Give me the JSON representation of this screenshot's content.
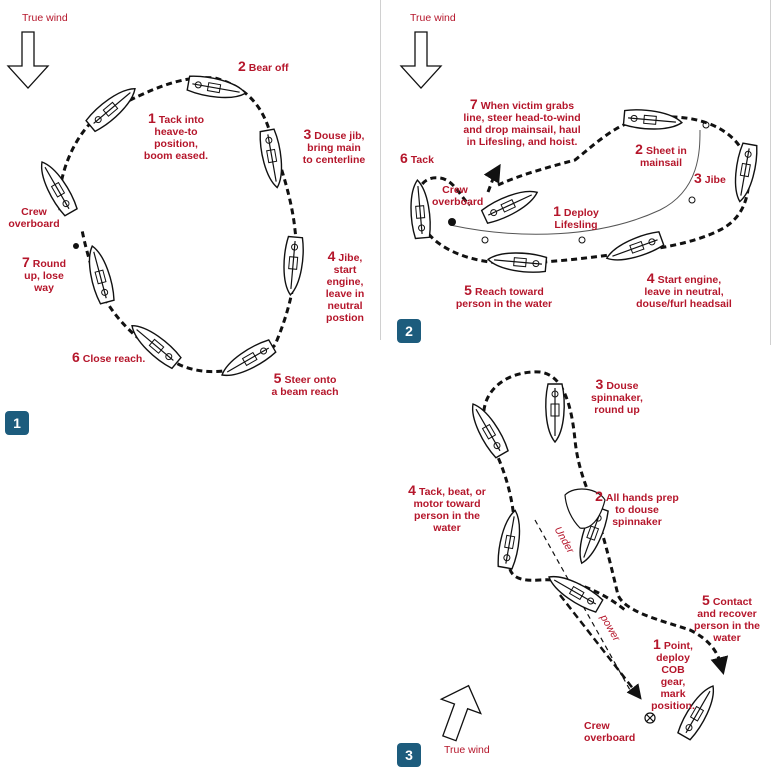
{
  "panels": [
    {
      "badge": "1",
      "wind": "True wind",
      "labels": [
        {
          "num": "1",
          "text": "Tack into heave-to position, boom eased."
        },
        {
          "num": "2",
          "text": "Bear off"
        },
        {
          "num": "3",
          "text": "Douse jib, bring main to centerline"
        },
        {
          "num": "4",
          "text": "Jibe, start engine, leave in neutral postion"
        },
        {
          "num": "5",
          "text": "Steer onto a beam reach"
        },
        {
          "num": "6",
          "text": "Close reach."
        },
        {
          "num": "7",
          "text": "Round up, lose way"
        },
        {
          "num": "",
          "text": "Crew overboard"
        }
      ]
    },
    {
      "badge": "2",
      "wind": "True wind",
      "labels": [
        {
          "num": "1",
          "text": "Deploy Lifesling"
        },
        {
          "num": "2",
          "text": "Sheet in mainsail"
        },
        {
          "num": "3",
          "text": "Jibe"
        },
        {
          "num": "4",
          "text": "Start engine, leave in neutral, douse/furl headsail"
        },
        {
          "num": "5",
          "text": "Reach toward person in the water"
        },
        {
          "num": "6",
          "text": "Tack"
        },
        {
          "num": "7",
          "text": "When victim grabs line, steer head-to-wind and drop mainsail, haul in Lifesling, and hoist."
        },
        {
          "num": "",
          "text": "Crew overboard"
        }
      ]
    },
    {
      "badge": "3",
      "wind": "True wind",
      "labels": [
        {
          "num": "1",
          "text": "Point, deploy COB gear, mark position."
        },
        {
          "num": "2",
          "text": "All hands prep to douse spinnaker"
        },
        {
          "num": "3",
          "text": "Douse spinnaker, round up"
        },
        {
          "num": "4",
          "text": "Tack, beat, or motor toward person in the water"
        },
        {
          "num": "5",
          "text": "Contact and recover person in the water"
        },
        {
          "num": "",
          "text": "Crew overboard"
        },
        {
          "num": "",
          "text": "Under"
        },
        {
          "num": "",
          "text": "power"
        }
      ]
    }
  ]
}
